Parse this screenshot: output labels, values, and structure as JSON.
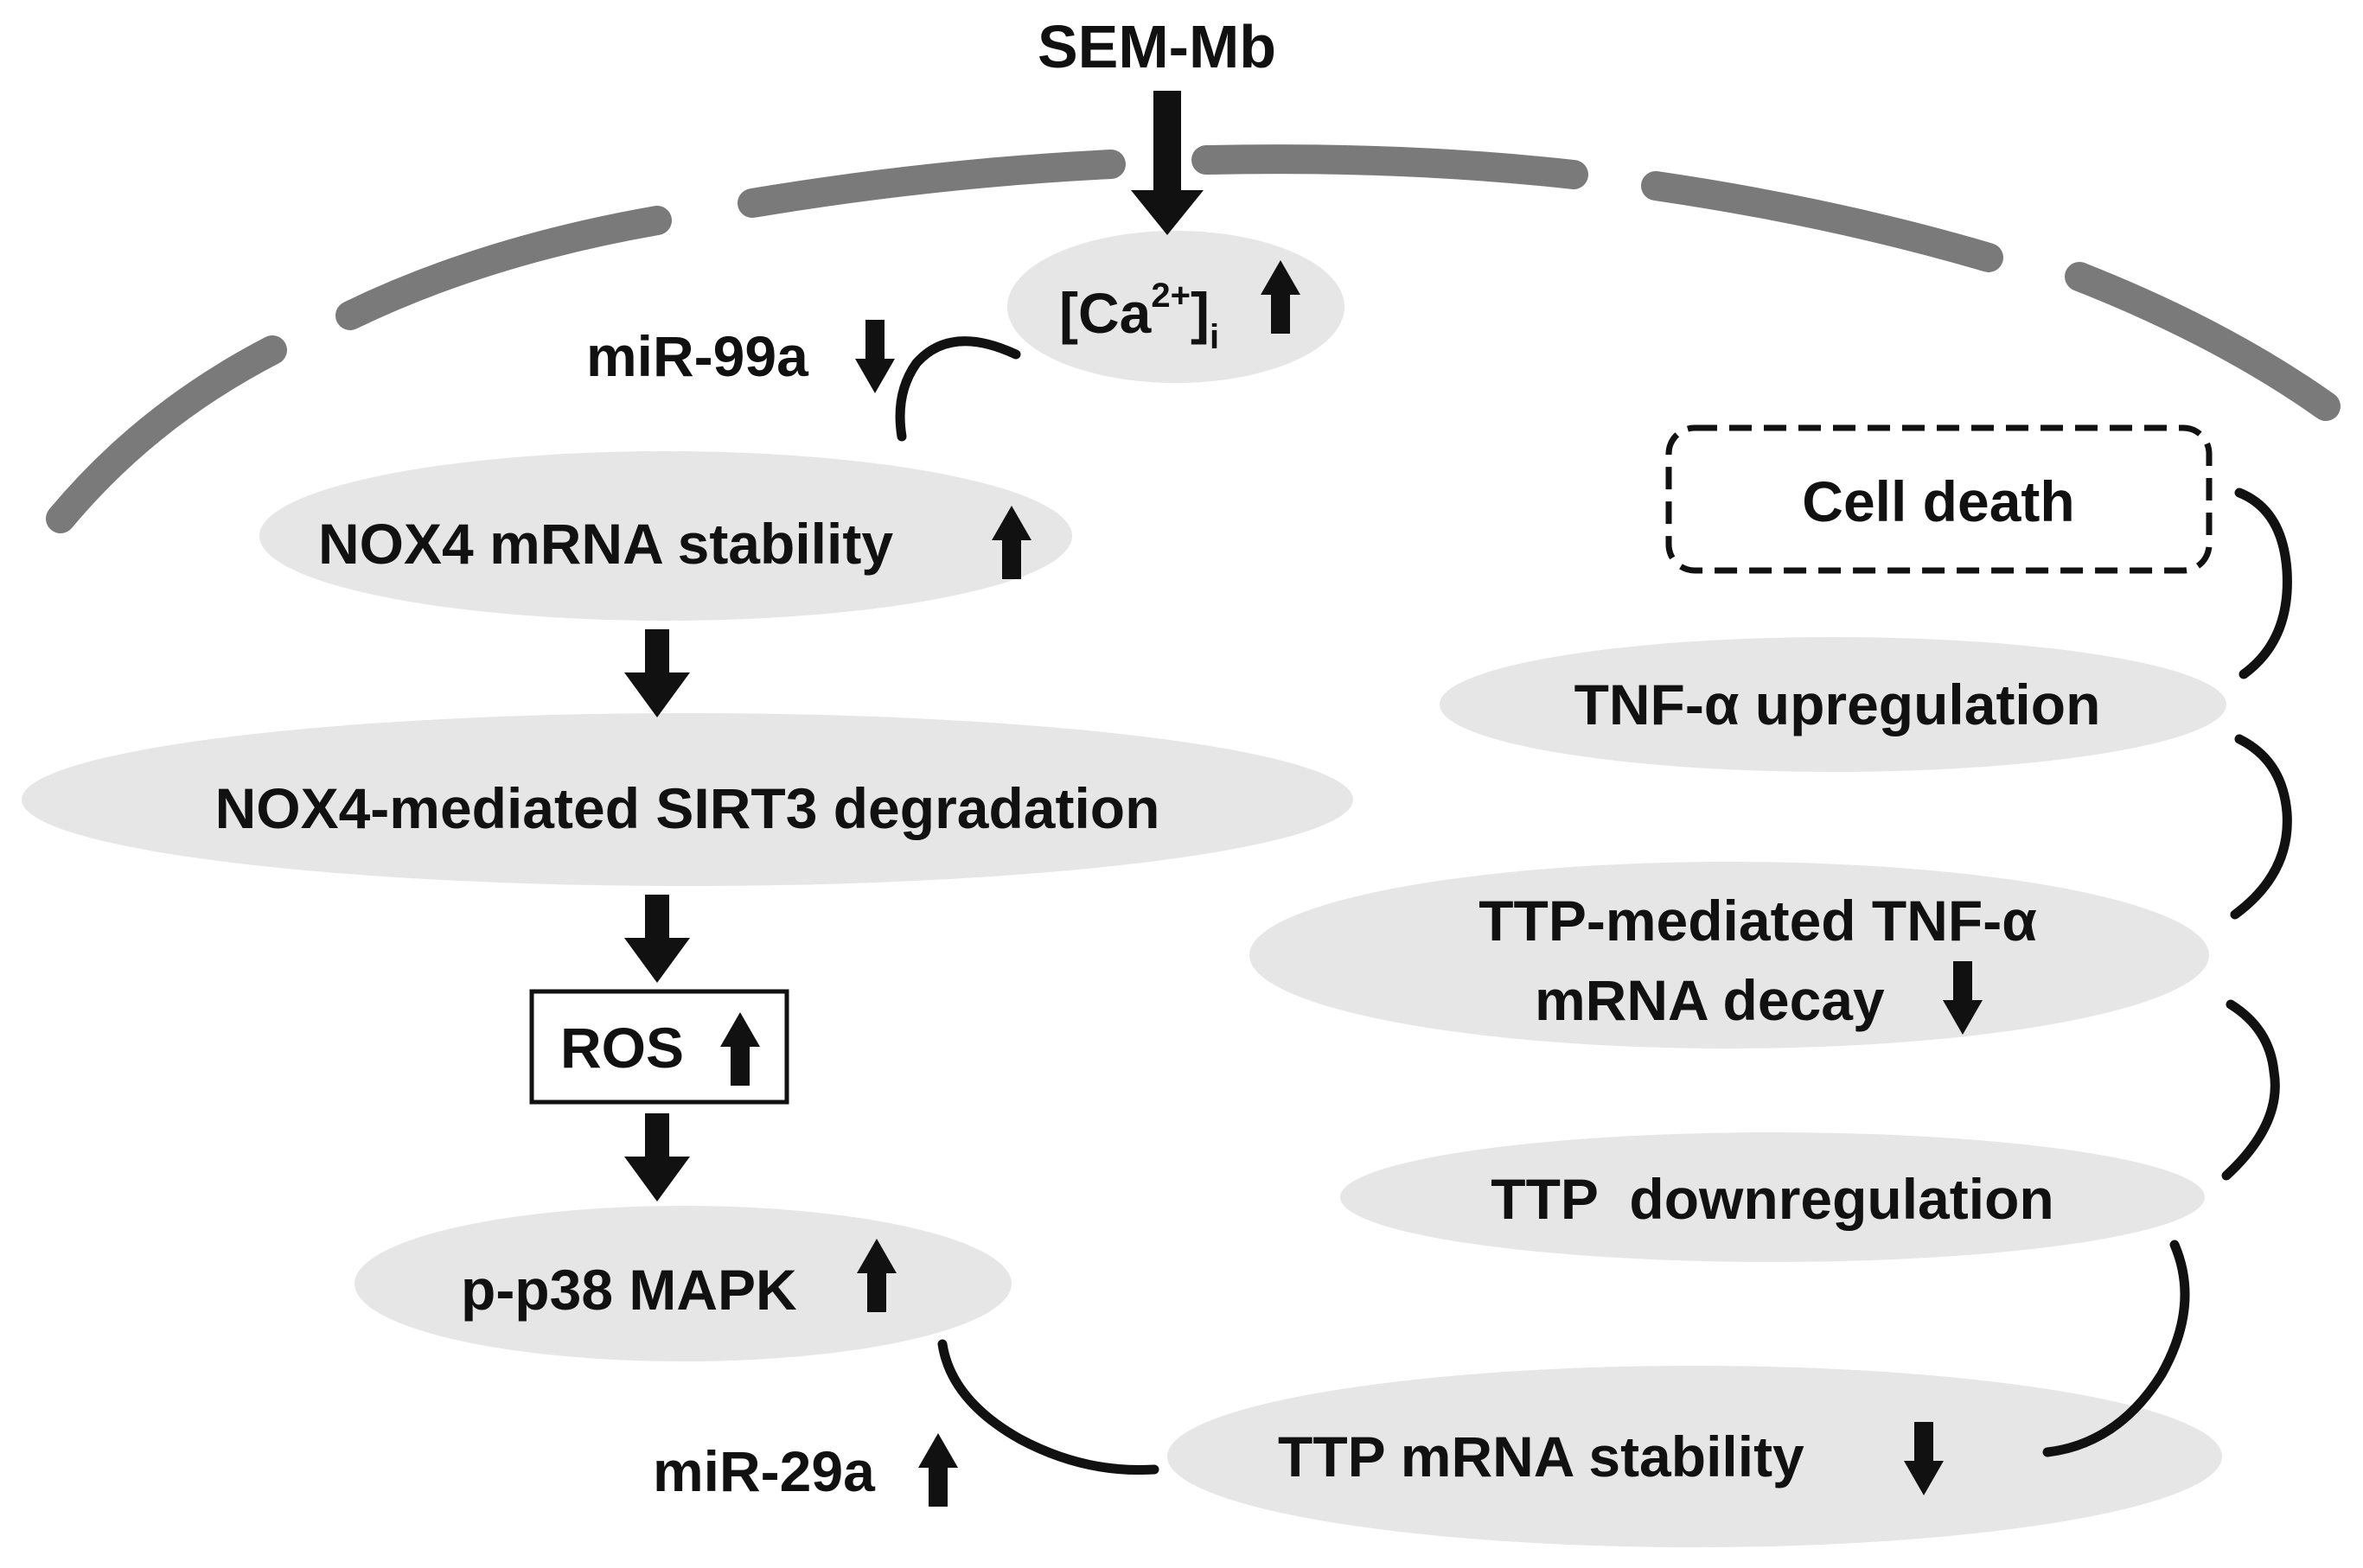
{
  "colors": {
    "membrane": "#7a7a7a",
    "ellipse_fill": "#e6e6e6",
    "arrow": "#111111",
    "text": "#111111"
  },
  "labels": {
    "stimulus": "SEM-Mb",
    "calcium": {
      "open": "[Ca",
      "sup": "2+",
      "close": "]",
      "sub": "i"
    },
    "mir99a": "miR-99a",
    "nox4_stability": "NOX4 mRNA stability",
    "sirt3_degradation": "NOX4-mediated SIRT3 degradation",
    "ros": "ROS",
    "p38": "p-p38 MAPK",
    "mir29a": "miR-29a",
    "ttp_stability": "TTP mRNA stability",
    "ttp_down": "TTP  downregulation",
    "tnf_decay_line1": "TTP-mediated TNF-α",
    "tnf_decay_line2": "mRNA decay",
    "tnf_up": "TNF-α upregulation",
    "cell_death": "Cell death"
  },
  "indicators": {
    "calcium": "up",
    "mir99a": "down",
    "nox4_stability": "up",
    "ros": "up",
    "p38": "up",
    "mir29a": "up",
    "ttp_stability": "down",
    "tnf_decay": "down"
  }
}
